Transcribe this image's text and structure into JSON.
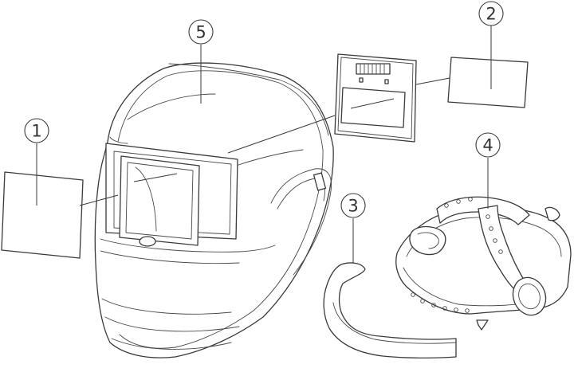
{
  "callouts": [
    {
      "id": "1",
      "label": "1"
    },
    {
      "id": "2",
      "label": "2"
    },
    {
      "id": "3",
      "label": "3"
    },
    {
      "id": "4",
      "label": "4"
    },
    {
      "id": "5",
      "label": "5"
    }
  ],
  "colors": {
    "line": "#3a3a3a",
    "background": "#ffffff"
  }
}
